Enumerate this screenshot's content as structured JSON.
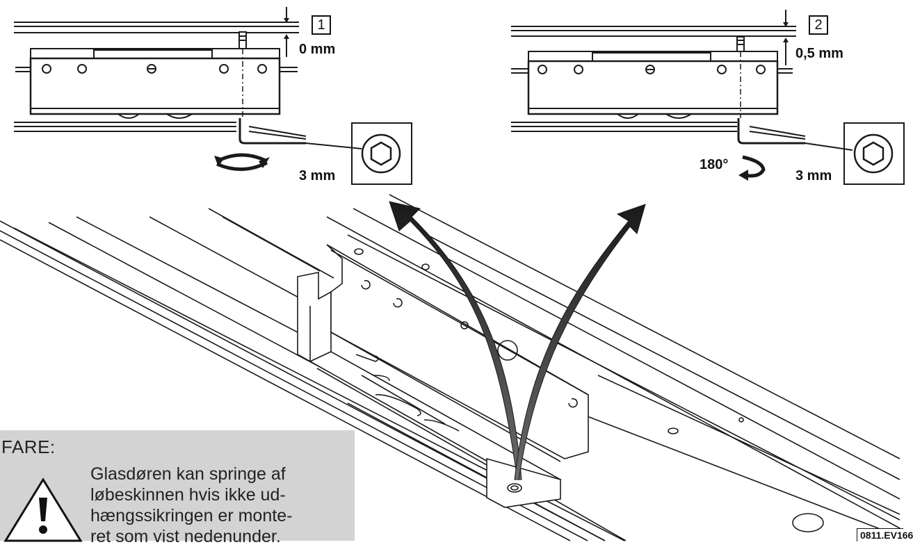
{
  "detail_1": {
    "step": "1",
    "gap_label": "0 mm",
    "key_label": "3 mm"
  },
  "detail_2": {
    "step": "2",
    "gap_label": "0,5 mm",
    "rotation_label": "180°",
    "key_label": "3 mm"
  },
  "warning": {
    "title": "FARE:",
    "lines": [
      "Glasdøren kan springe af",
      "løbeskinnen hvis ikke ud-",
      "hængssikringen er monte-",
      "ret som vist nedenunder."
    ],
    "icon": "warning-triangle-icon"
  },
  "drawing_code": "0811.EV166"
}
